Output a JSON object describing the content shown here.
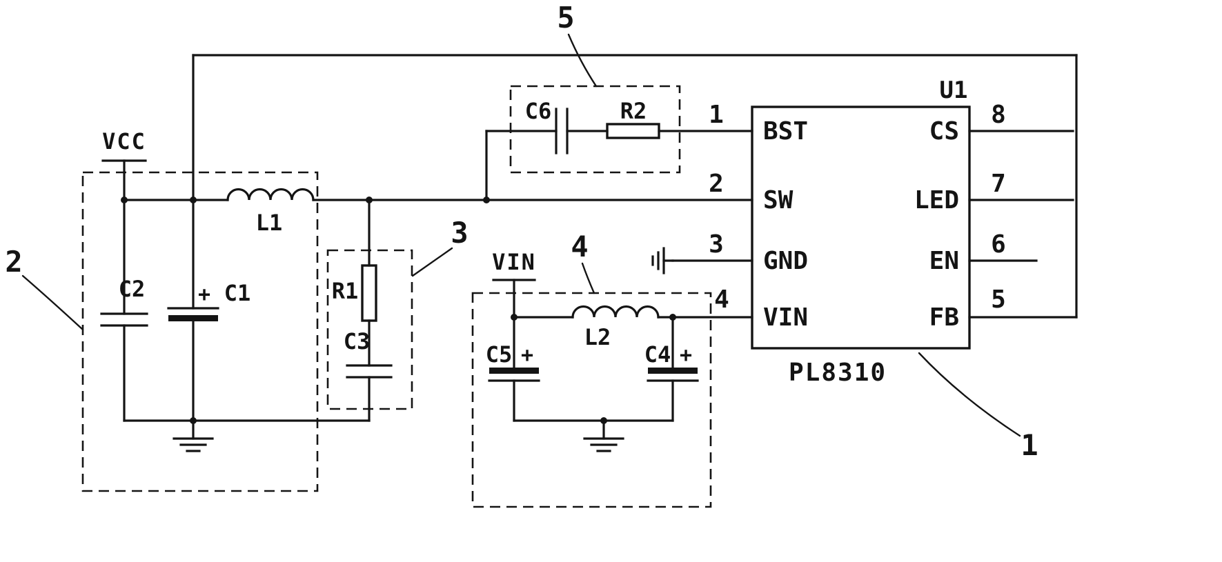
{
  "figure": {
    "type": "circuit-schematic",
    "background_color": "#ffffff",
    "line_color": "#141414"
  },
  "ic": {
    "ref": "U1",
    "part_number": "PL8310",
    "left_pins": [
      {
        "num": "1",
        "name": "BST"
      },
      {
        "num": "2",
        "name": "SW"
      },
      {
        "num": "3",
        "name": "GND"
      },
      {
        "num": "4",
        "name": "VIN"
      }
    ],
    "right_pins": [
      {
        "num": "8",
        "name": "CS"
      },
      {
        "num": "7",
        "name": "LED"
      },
      {
        "num": "6",
        "name": "EN"
      },
      {
        "num": "5",
        "name": "FB"
      }
    ]
  },
  "power_labels": {
    "vcc": "VCC",
    "vin": "VIN"
  },
  "components": {
    "c1": {
      "ref": "C1",
      "polarity": "+"
    },
    "c2": {
      "ref": "C2"
    },
    "c3": {
      "ref": "C3"
    },
    "c4": {
      "ref": "C4",
      "polarity": "+"
    },
    "c5": {
      "ref": "C5",
      "polarity": "+"
    },
    "c6": {
      "ref": "C6"
    },
    "r1": {
      "ref": "R1"
    },
    "r2": {
      "ref": "R2"
    },
    "l1": {
      "ref": "L1"
    },
    "l2": {
      "ref": "L2"
    }
  },
  "callouts": {
    "ic": "1",
    "output_filter_block": "2",
    "snubber_block": "3",
    "input_filter_block": "4",
    "bootstrap_block": "5"
  }
}
